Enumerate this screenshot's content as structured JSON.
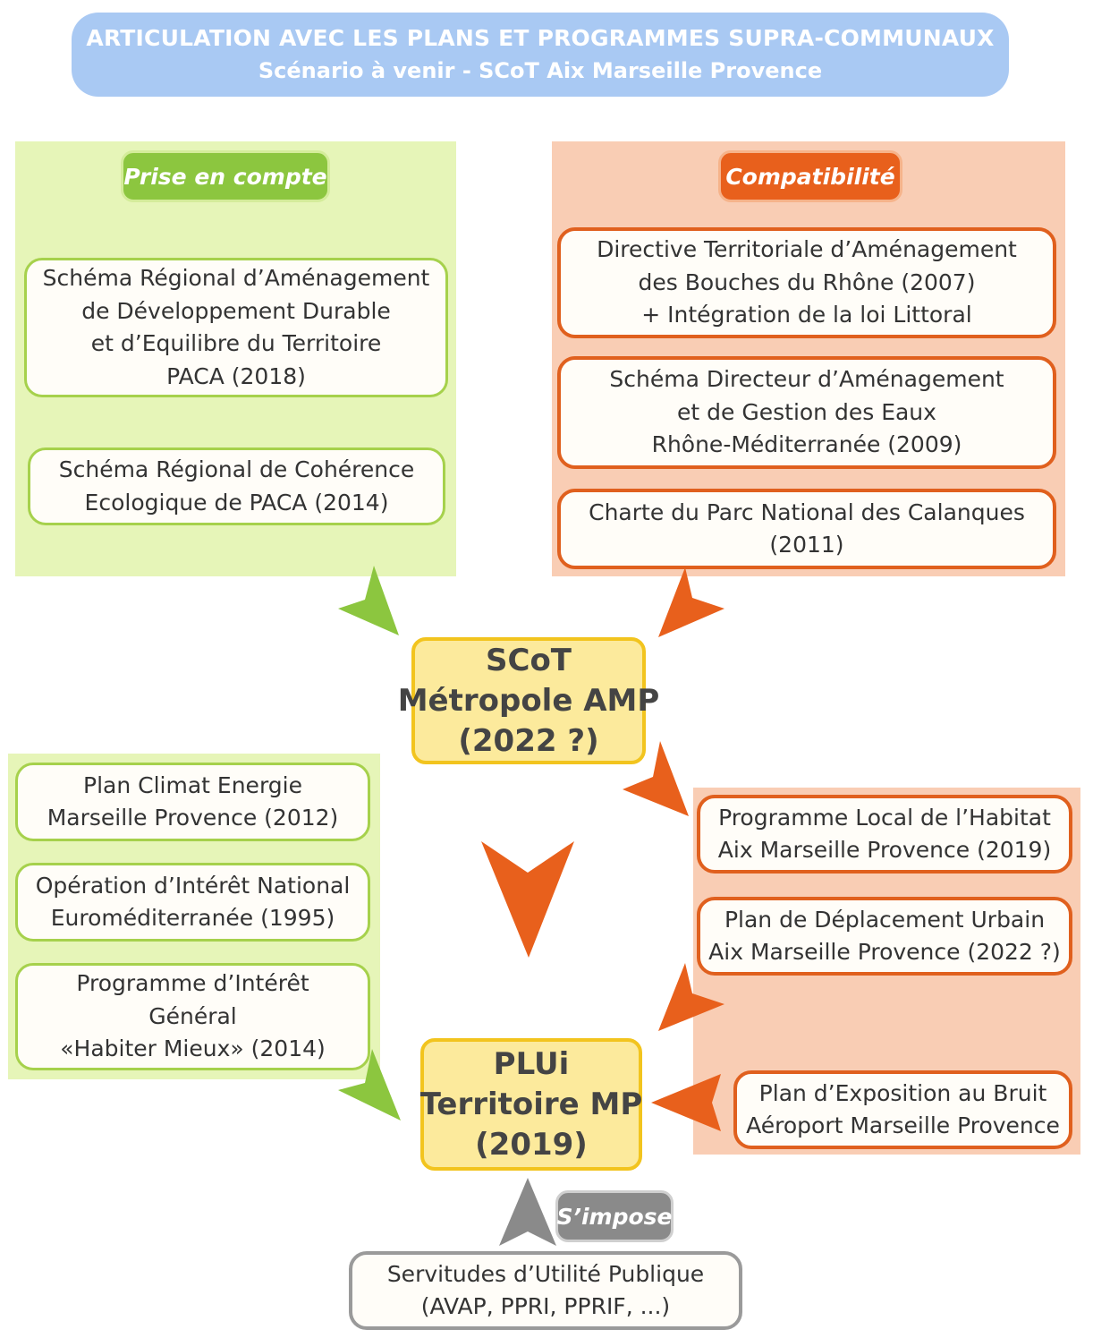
{
  "header": {
    "line1": "ARTICULATION AVEC LES PLANS ET PROGRAMMES SUPRA-COMMUNAUX",
    "line2": "Scénario à venir - SCoT Aix Marseille Provence"
  },
  "prise_en_compte": {
    "label": "Prise en compte",
    "items": [
      {
        "lines": [
          "Schéma Régional d’Aménagement",
          "de Développement Durable",
          "et d’Equilibre du Territoire",
          "PACA (2018)"
        ]
      },
      {
        "lines": [
          "Schéma Régional de Cohérence",
          "Ecologique de PACA (2014)"
        ]
      }
    ]
  },
  "compatibilite": {
    "label": "Compatibilité",
    "items": [
      {
        "lines": [
          "Directive Territoriale d’Aménagement",
          "des Bouches du Rhône (2007)",
          "+ Intégration de la loi Littoral"
        ]
      },
      {
        "lines": [
          "Schéma Directeur d’Aménagement",
          "et de Gestion des Eaux",
          "Rhône-Méditerranée (2009)"
        ]
      },
      {
        "lines": [
          "Charte du Parc National des Calanques",
          "(2011)"
        ]
      }
    ]
  },
  "scot": {
    "lines": [
      "SCoT",
      "Métropole AMP",
      "(2022 ?)"
    ]
  },
  "plui": {
    "lines": [
      "PLUi",
      "Territoire MP",
      "(2019)"
    ]
  },
  "left_lower": {
    "items": [
      {
        "lines": [
          "Plan Climat Energie",
          "Marseille Provence (2012)"
        ]
      },
      {
        "lines": [
          "Opération d’Intérêt National",
          "Euroméditerranée (1995)"
        ]
      },
      {
        "lines": [
          "Programme d’Intérêt",
          "Général",
          "«Habiter Mieux» (2014)"
        ]
      }
    ]
  },
  "right_lower": {
    "items": [
      {
        "lines": [
          "Programme Local de l’Habitat",
          "Aix Marseille Provence (2019)"
        ]
      },
      {
        "lines": [
          "Plan de Déplacement Urbain",
          "Aix Marseille Provence (2022 ?)"
        ]
      },
      {
        "lines": [
          "Plan d’Exposition au Bruit",
          "Aéroport Marseille Provence"
        ]
      }
    ]
  },
  "simpose": {
    "label": "S’impose",
    "box": {
      "lines": [
        "Servitudes d’Utilité Publique",
        "(AVAP, PPRI, PPRIF, ...)"
      ]
    }
  },
  "colors": {
    "green": "#8cc63f",
    "orange": "#e8601c",
    "gray": "#8a8a8a",
    "yellow": "#fcea9c",
    "title_blue": "#a9c9f3"
  }
}
